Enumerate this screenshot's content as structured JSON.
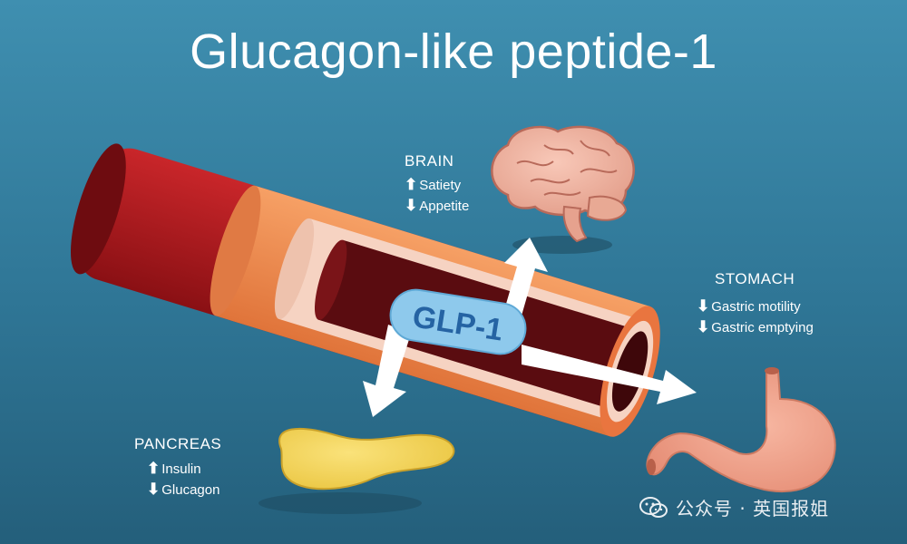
{
  "title": "Glucagon-like peptide-1",
  "molecule": "GLP-1",
  "organs": {
    "brain": {
      "label": "BRAIN",
      "effects": [
        {
          "direction": "up",
          "text": "Satiety"
        },
        {
          "direction": "down",
          "text": "Appetite"
        }
      ]
    },
    "stomach": {
      "label": "STOMACH",
      "effects": [
        {
          "direction": "down",
          "text": "Gastric motility"
        },
        {
          "direction": "down",
          "text": "Gastric emptying"
        }
      ]
    },
    "pancreas": {
      "label": "PANCREAS",
      "effects": [
        {
          "direction": "up",
          "text": "Insulin"
        },
        {
          "direction": "down",
          "text": "Glucagon"
        }
      ]
    }
  },
  "arrow_glyphs": {
    "up": "⬆",
    "down": "⬇"
  },
  "watermark": "公众号 · 英国报姐",
  "colors": {
    "background": "#2f7696",
    "vessel_outer": "#a3161a",
    "vessel_wall": "#f08a4a",
    "vessel_inner": "#5a0c10",
    "glp_pill": "#8ec9ec",
    "pancreas": "#f4d44e",
    "stomach": "#f2a28a",
    "brain": "#f2b3a1"
  }
}
